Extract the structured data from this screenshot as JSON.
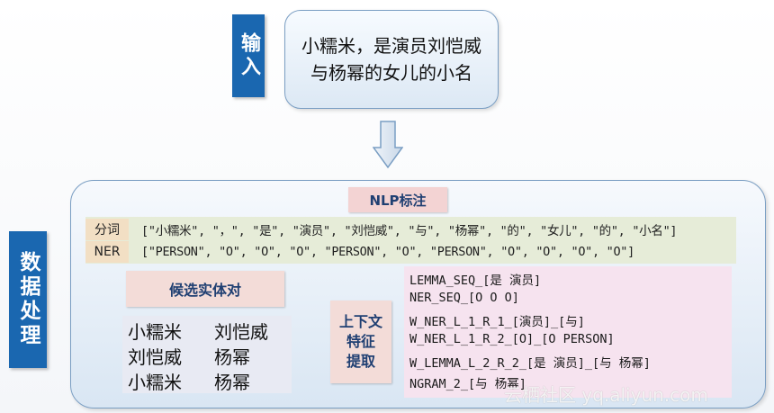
{
  "labels": {
    "input": "输入",
    "processing": "数据处理"
  },
  "input_sentence": "小糯米，是演员刘恺威与杨幂的女儿的小名",
  "nlp_tag": "NLP标注",
  "tokens": {
    "seg_label": "分词",
    "seg_value": "[\"小糯米\", \"，\", \"是\", \"演员\", \"刘恺威\", \"与\", \"杨幂\", \"的\", \"女儿\", \"的\", \"小名\"]",
    "ner_label": "NER",
    "ner_value": "[\"PERSON\", \"O\", \"O\", \"O\", \"PERSON\", \"O\", \"PERSON\", \"O\", \"O\", \"O\", \"O\"]"
  },
  "candidate_tag": "候选实体对",
  "candidate_pairs": [
    [
      "小糯米",
      "刘恺威"
    ],
    [
      "刘恺威",
      "杨幂"
    ],
    [
      "小糯米",
      "杨幂"
    ]
  ],
  "context_tag_lines": [
    "上下文",
    "特征",
    "提取"
  ],
  "features": [
    "LEMMA_SEQ_[是 演员]",
    "NER_SEQ_[O O O]",
    "W_NER_L_1_R_1_[演员]_[与]",
    "W_NER_L_1_R_2_[O]_[O PERSON]",
    "W_LEMMA_L_2_R_2_[是 演员]_[与 杨幂]",
    "NGRAM_2_[与 杨幂]"
  ],
  "watermark": "云栖社区 yq.aliyun.com",
  "colors": {
    "label_blue": "#1a67b0",
    "tag_pink": "#f3dcd8",
    "token_band": "#e6ecd8",
    "feature_bg": "#f6e3ef"
  },
  "icons": [
    "down-arrow-icon"
  ]
}
